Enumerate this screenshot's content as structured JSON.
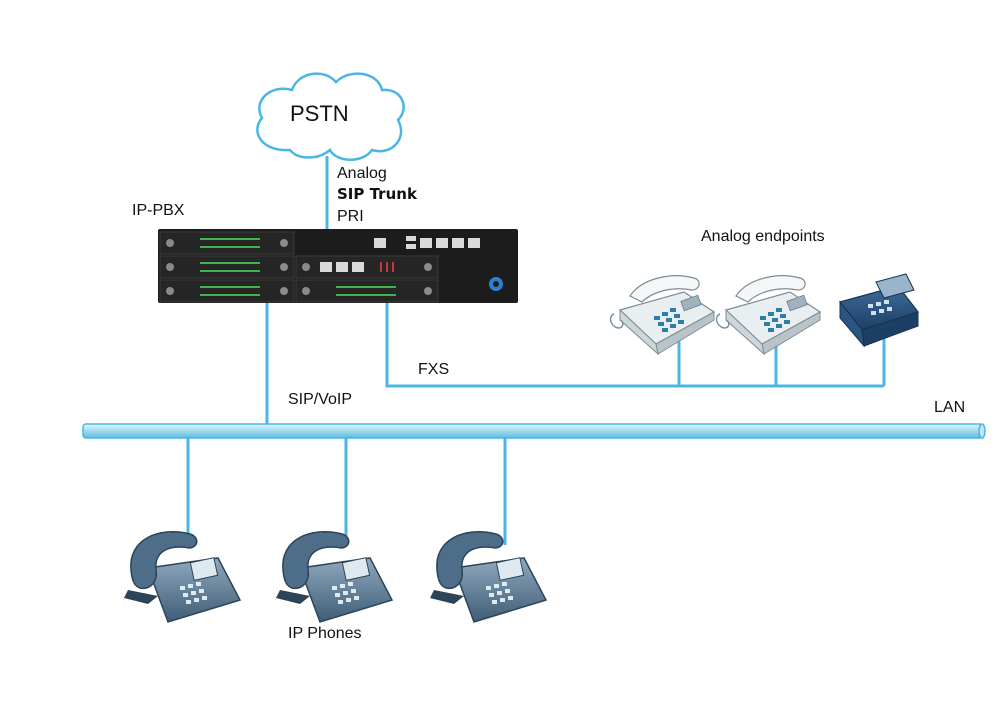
{
  "labels": {
    "pstn": "PSTN",
    "trunk_analog": "Analog",
    "trunk_sip": "SIP Trunk",
    "trunk_pri": "PRI",
    "ippbx": "IP-PBX",
    "analog_endpoints": "Analog endpoints",
    "fxs": "FXS",
    "sipvoip": "SIP/VoIP",
    "lan": "LAN",
    "ip_phones": "IP Phones"
  },
  "colors": {
    "link": "#49b6e6",
    "lan_fill": "#b9e3f3",
    "chassis": "#1c1c1c",
    "phone_body": "#cfd8de",
    "ip_phone": "#5c7c96"
  }
}
